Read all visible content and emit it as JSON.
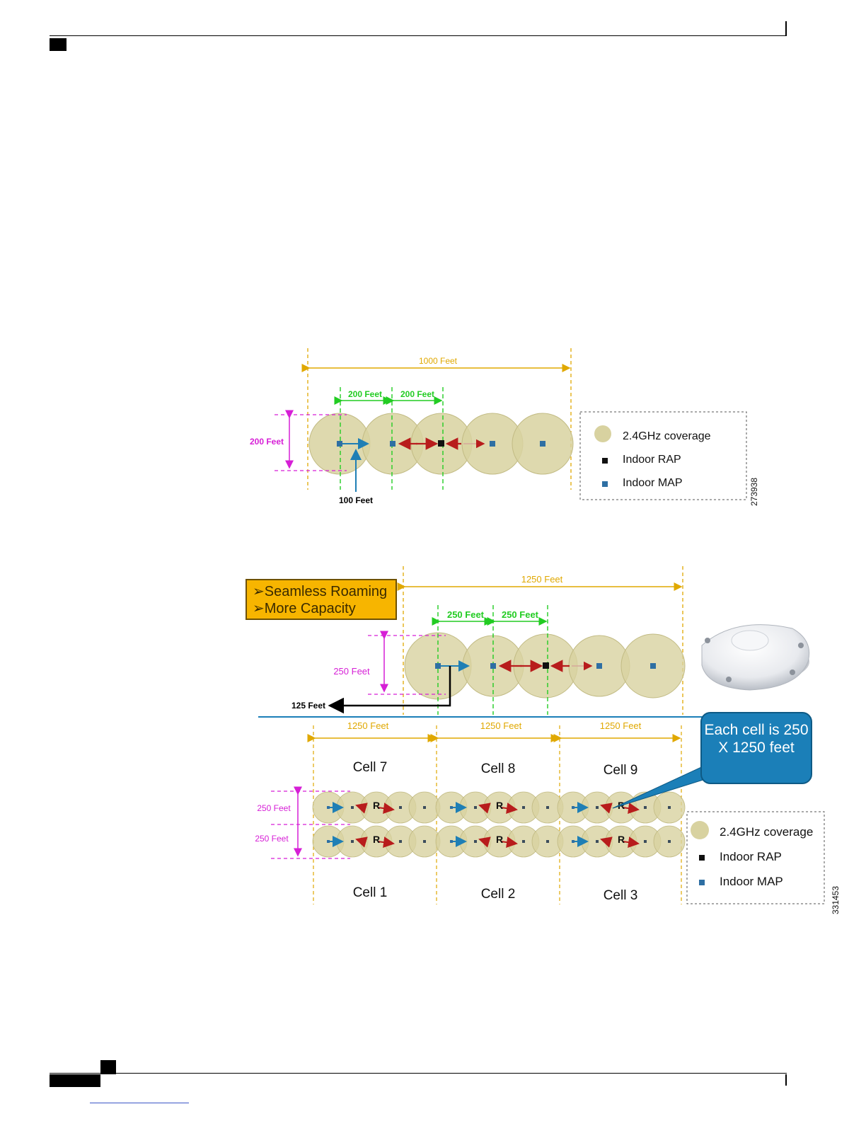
{
  "diagram1": {
    "total_label": "1000 Feet",
    "spacing_labels": [
      "200 Feet",
      "200 Feet"
    ],
    "height_label": "200 Feet",
    "offset_label": "100 Feet",
    "legend": {
      "coverage": "2.4GHz coverage",
      "rap": "Indoor RAP",
      "map": "Indoor MAP"
    },
    "figure_id": "273938"
  },
  "diagram2": {
    "benefits": [
      "➢Seamless Roaming",
      "➢More Capacity"
    ],
    "total_label": "1250 Feet",
    "spacing_labels": [
      "250 Feet",
      "250 Feet"
    ],
    "height_label": "250 Feet",
    "offset_label": "125 Feet",
    "cell_width_labels": [
      "1250 Feet",
      "1250 Feet",
      "1250 Feet"
    ],
    "cells_top": [
      "Cell 7",
      "Cell 8",
      "Cell 9"
    ],
    "cells_bottom": [
      "Cell 1",
      "Cell 2",
      "Cell 3"
    ],
    "row_height_labels": [
      "250 Feet",
      "250 Feet"
    ],
    "rap_marker": "R",
    "callout": "Each cell is 250 X 1250 feet",
    "legend": {
      "coverage": "2.4GHz coverage",
      "rap": "Indoor RAP",
      "map": "Indoor MAP"
    },
    "figure_id": "331453"
  },
  "colors": {
    "coverage": "#d8d2a0",
    "rap": "#111111",
    "map": "#2e6fa3",
    "dimension_total": "#e0a800",
    "dimension_spacing": "#22cc22",
    "dimension_height": "#d61fd6",
    "link_arrow": "#b81c1c",
    "offset_arrow": "#1f7fb5"
  }
}
